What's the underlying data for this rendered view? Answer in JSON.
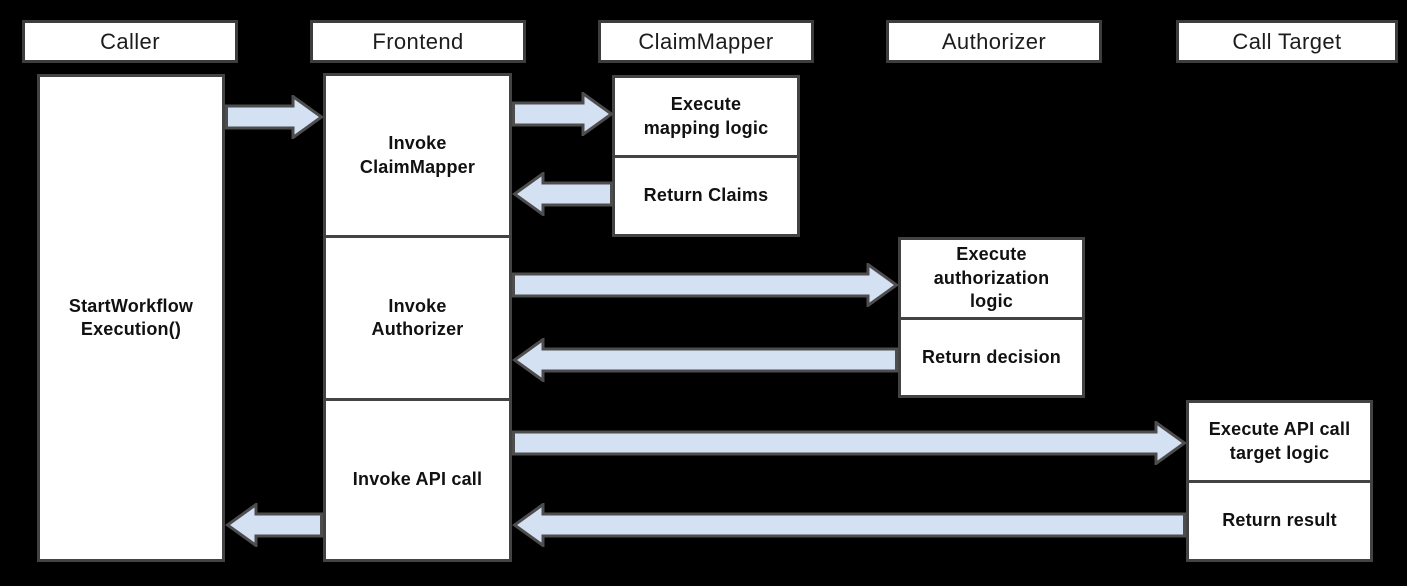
{
  "colors": {
    "background": "#000000",
    "box_fill": "#ffffff",
    "box_border": "#434343",
    "arrow_fill": "#d4e1f3",
    "arrow_border": "#4d4d4d"
  },
  "lifelines": [
    {
      "label": "Caller"
    },
    {
      "label": "Frontend"
    },
    {
      "label": "ClaimMapper"
    },
    {
      "label": "Authorizer"
    },
    {
      "label": "Call Target"
    }
  ],
  "caller": {
    "activity": "StartWorkflow\nExecution()"
  },
  "frontend": {
    "activities": [
      {
        "label": "Invoke\nClaimMapper"
      },
      {
        "label": "Invoke\nAuthorizer"
      },
      {
        "label": "Invoke API call"
      }
    ]
  },
  "claim_mapper": {
    "activities": [
      {
        "label": "Execute\nmapping logic"
      },
      {
        "label": "Return Claims"
      }
    ]
  },
  "authorizer": {
    "activities": [
      {
        "label": "Execute\nauthorization\nlogic"
      },
      {
        "label": "Return decision"
      }
    ]
  },
  "call_target": {
    "activities": [
      {
        "label": "Execute API call\ntarget logic"
      },
      {
        "label": "Return result"
      }
    ]
  },
  "arrows": [
    {
      "name": "caller-to-frontend",
      "from": "Caller",
      "to": "Frontend",
      "direction": "right"
    },
    {
      "name": "frontend-to-claimmapper",
      "from": "Frontend",
      "to": "ClaimMapper",
      "direction": "right"
    },
    {
      "name": "claimmapper-to-frontend",
      "from": "ClaimMapper",
      "to": "Frontend",
      "direction": "left"
    },
    {
      "name": "frontend-to-authorizer",
      "from": "Frontend",
      "to": "Authorizer",
      "direction": "right"
    },
    {
      "name": "authorizer-to-frontend",
      "from": "Authorizer",
      "to": "Frontend",
      "direction": "left"
    },
    {
      "name": "frontend-to-call-target",
      "from": "Frontend",
      "to": "Call Target",
      "direction": "right"
    },
    {
      "name": "call-target-to-frontend",
      "from": "Call Target",
      "to": "Frontend",
      "direction": "left"
    },
    {
      "name": "frontend-to-caller",
      "from": "Frontend",
      "to": "Caller",
      "direction": "left"
    }
  ]
}
